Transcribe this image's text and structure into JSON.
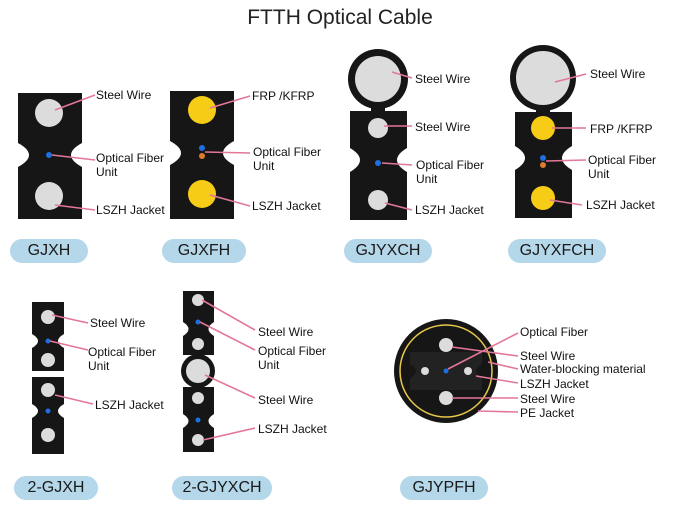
{
  "title": "FTTH Optical Cable",
  "colors": {
    "jacket": "#161616",
    "steel": "#dcdcdc",
    "frp": "#f7cc16",
    "fiber": "#1e6fe0",
    "fiber_alt": "#e07a2a",
    "leader": "#e27796",
    "badge": "#b5d7ea"
  },
  "cables": [
    {
      "name": "GJXH",
      "labels": [
        "Steel Wire",
        "Optical Fiber Unit",
        "LSZH Jacket"
      ]
    },
    {
      "name": "GJXFH",
      "labels": [
        "FRP /KFRP",
        "Optical Fiber Unit",
        "LSZH Jacket"
      ]
    },
    {
      "name": "GJYXCH",
      "labels": [
        "Steel Wire",
        "Steel Wire",
        "Optical Fiber Unit",
        "LSZH Jacket"
      ]
    },
    {
      "name": "GJYXFCH",
      "labels": [
        "Steel Wire",
        "FRP /KFRP",
        "Optical Fiber Unit",
        "LSZH Jacket"
      ]
    },
    {
      "name": "2-GJXH",
      "labels": [
        "Steel Wire",
        "Optical Fiber Unit",
        "LSZH Jacket"
      ]
    },
    {
      "name": "2-GJYXCH",
      "labels": [
        "Steel Wire",
        "Optical Fiber Unit",
        "Steel Wire",
        "LSZH Jacket"
      ]
    },
    {
      "name": "GJYPFH",
      "labels": [
        "Optical Fiber",
        "Steel Wire",
        "Water-blocking material",
        "LSZH Jacket",
        "Steel Wire",
        "PE Jacket"
      ]
    }
  ]
}
